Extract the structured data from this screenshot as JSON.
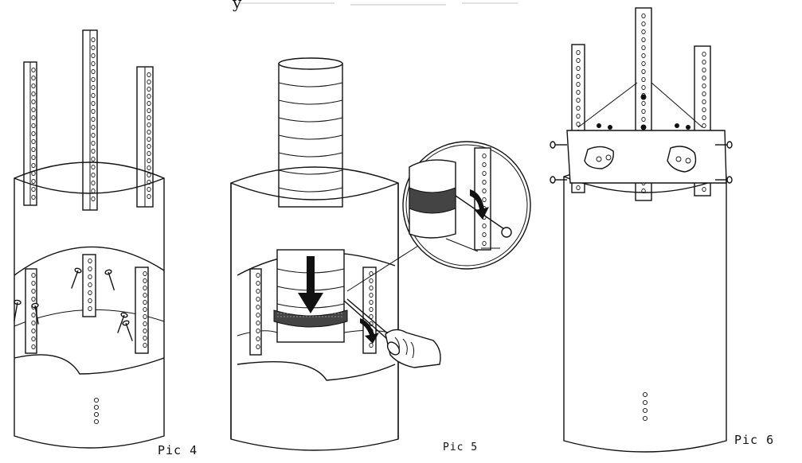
{
  "figure": {
    "header_partial": "y",
    "panels": [
      {
        "id": "pic4",
        "label": "Pic 4"
      },
      {
        "id": "pic5",
        "label": "Pic 5"
      },
      {
        "id": "pic6",
        "label": "Pic 6"
      }
    ]
  }
}
